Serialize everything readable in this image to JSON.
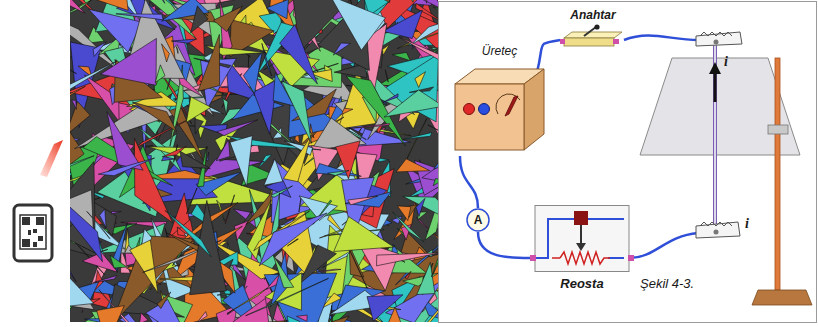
{
  "diagram": {
    "nodes": [
      {
        "text": [
          "Üreteç"
        ]
      },
      {
        "text": [
          "Anahtar"
        ]
      },
      {
        "text": [
          "A"
        ]
      },
      {
        "text": [
          "Reosta"
        ]
      }
    ],
    "edges": [
      {
        "from": 0,
        "to": 1,
        "arrow": "none"
      },
      {
        "from": 0,
        "to": 2,
        "arrow": "none"
      },
      {
        "from": 2,
        "to": 3,
        "arrow": "none"
      }
    ],
    "labels": [
      "i",
      "i",
      "Şekil 4-3."
    ]
  }
}
